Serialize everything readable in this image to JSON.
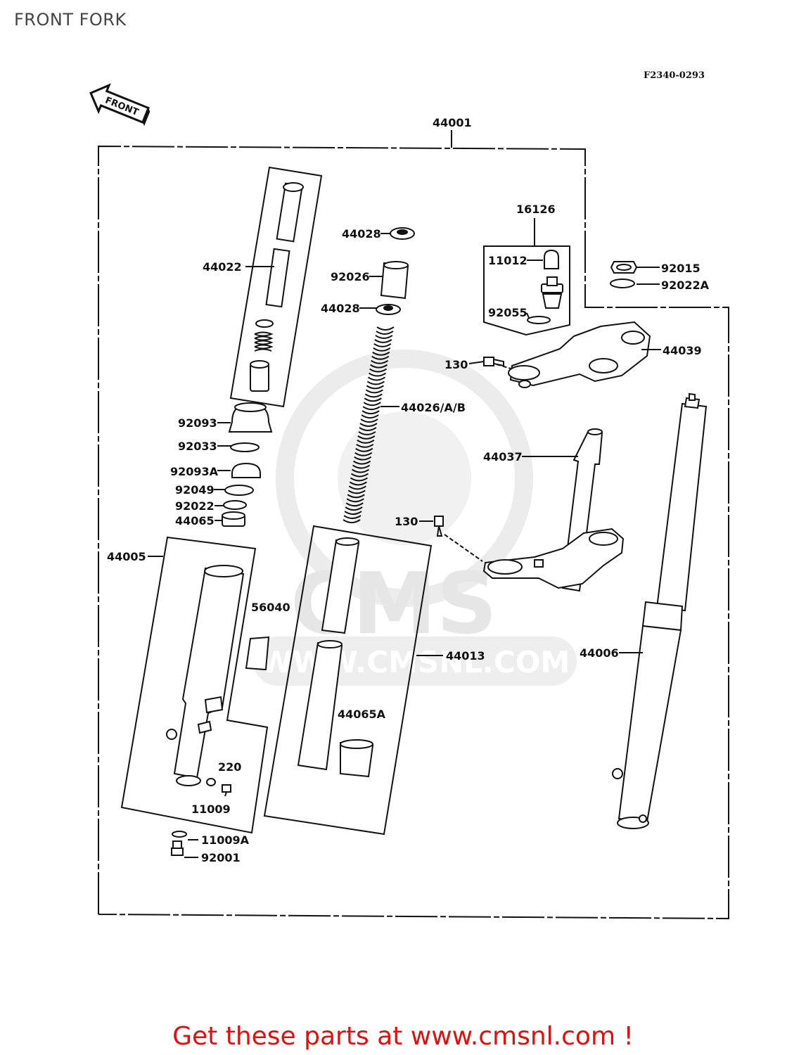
{
  "page": {
    "title": "FRONT FORK"
  },
  "diagram": {
    "code": "F2340-0293",
    "front_arrow": "FRONT",
    "watermark": {
      "name": "CMS",
      "url": "WWW.CMSNL.COM"
    },
    "labels": {
      "l44001": "44001",
      "l44022": "44022",
      "l44028a": "44028",
      "l92026": "92026",
      "l44028b": "44028",
      "l16126": "16126",
      "l11012": "11012",
      "l92055": "92055",
      "l92015": "92015",
      "l92022A": "92022A",
      "l44039": "44039",
      "l130a": "130",
      "l44026": "44026/A/B",
      "l92093": "92093",
      "l92033": "92033",
      "l92093A": "92093A",
      "l92049": "92049",
      "l92022": "92022",
      "l44065": "44065",
      "l44037": "44037",
      "l130b": "130",
      "l44005": "44005",
      "l56040": "56040",
      "l44013": "44013",
      "l44006": "44006",
      "l44065A": "44065A",
      "l220": "220",
      "l11009": "11009",
      "l11009A": "11009A",
      "l92001": "92001"
    }
  },
  "footer": {
    "prefix": "Get these parts at ",
    "link": "www.cmsnl.com",
    "suffix": " !"
  }
}
